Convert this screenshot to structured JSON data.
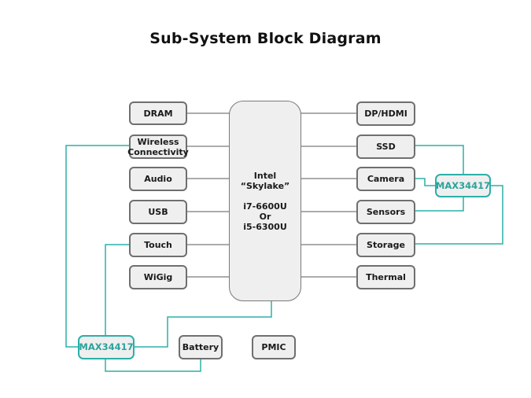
{
  "title": "Sub-System Block Diagram",
  "cpu": {
    "line1": "Intel “Skylake”",
    "line2": "i7-6600U",
    "line3": "Or",
    "line4": "i5-6300U"
  },
  "left_blocks": [
    "DRAM",
    "Wireless Connectivity",
    "Audio",
    "USB",
    "Touch",
    "WiGig"
  ],
  "right_blocks": [
    "DP/HDMI",
    "SSD",
    "Camera",
    "Sensors",
    "Storage",
    "Thermal"
  ],
  "bottom_blocks": [
    "Battery",
    "PMIC"
  ],
  "monitor_chips": {
    "right": "MAX34417",
    "bottom_left": "MAX34417"
  },
  "colors": {
    "teal_accent": "#2bb0a8",
    "block_border": "#6f6f6f",
    "block_fill": "#efefef"
  }
}
